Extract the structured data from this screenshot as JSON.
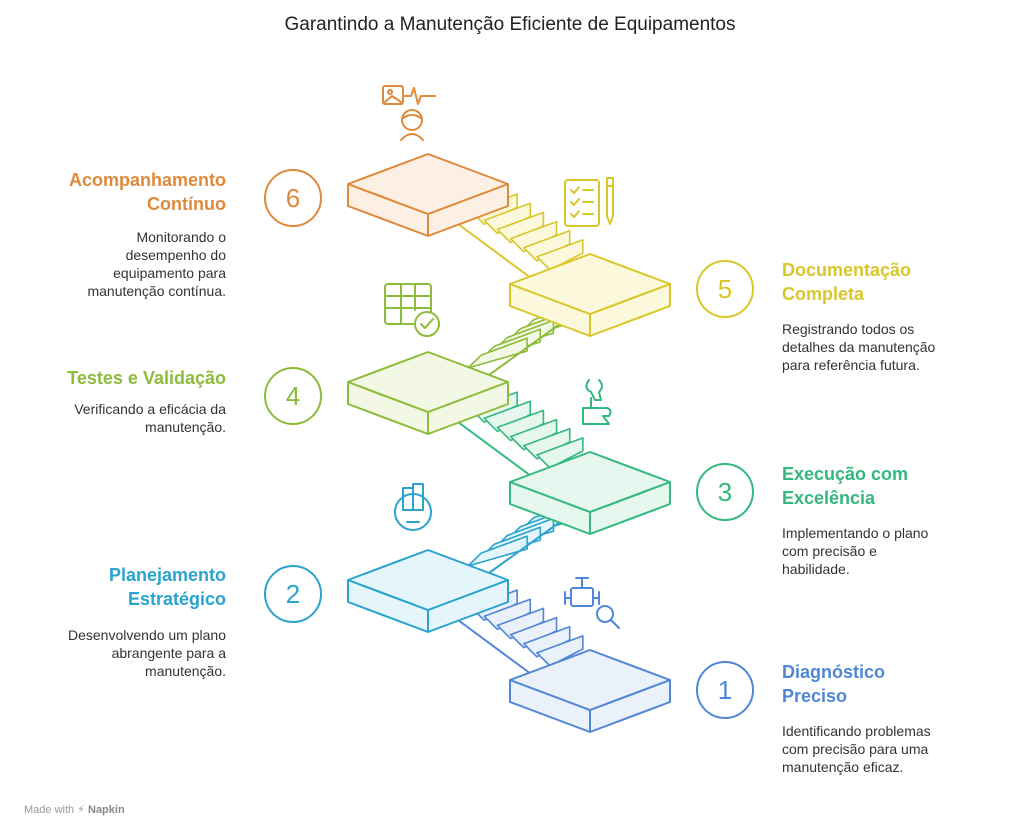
{
  "title": "Garantindo a Manutenção Eficiente de Equipamentos",
  "steps": [
    {
      "number": "1",
      "title_lines": [
        "Diagnóstico",
        "Preciso"
      ],
      "desc_lines": [
        "Identificando problemas",
        "com precisão para uma",
        "manutenção eficaz."
      ],
      "color": "#4f86d6",
      "fill": "#eaf1fb",
      "side": "right",
      "icon": "engine-search-icon"
    },
    {
      "number": "2",
      "title_lines": [
        "Planejamento",
        "Estratégico"
      ],
      "desc_lines": [
        "Desenvolvendo um plano",
        "abrangente para a",
        "manutenção."
      ],
      "color": "#2aa3cf",
      "fill": "#e4f5fb",
      "side": "left",
      "icon": "gear-building-icon"
    },
    {
      "number": "3",
      "title_lines": [
        "Execução com",
        "Excelência"
      ],
      "desc_lines": [
        "Implementando o plano",
        "com precisão e",
        "habilidade."
      ],
      "color": "#33b87e",
      "fill": "#e6f7ef",
      "side": "right",
      "icon": "hand-wrench-icon"
    },
    {
      "number": "4",
      "title_lines": [
        "Testes e Validação"
      ],
      "desc_lines": [
        "Verificando a eficácia da",
        "manutenção."
      ],
      "color": "#8dbb3a",
      "fill": "#f2f8e3",
      "side": "left",
      "icon": "table-check-icon"
    },
    {
      "number": "5",
      "title_lines": [
        "Documentação",
        "Completa"
      ],
      "desc_lines": [
        "Registrando todos os",
        "detalhes da manutenção",
        "para referência futura."
      ],
      "color": "#d9c72a",
      "fill": "#fbf8dc",
      "side": "right",
      "icon": "checklist-pen-icon"
    },
    {
      "number": "6",
      "title_lines": [
        "Acompanhamento",
        "Contínuo"
      ],
      "desc_lines": [
        "Monitorando o",
        "desempenho do",
        "equipamento para",
        "manutenção contínua."
      ],
      "color": "#df8a3a",
      "fill": "#fcefe3",
      "side": "left",
      "icon": "monitor-person-icon"
    }
  ],
  "footer": {
    "made_with": "Made with",
    "brand": "Napkin"
  }
}
